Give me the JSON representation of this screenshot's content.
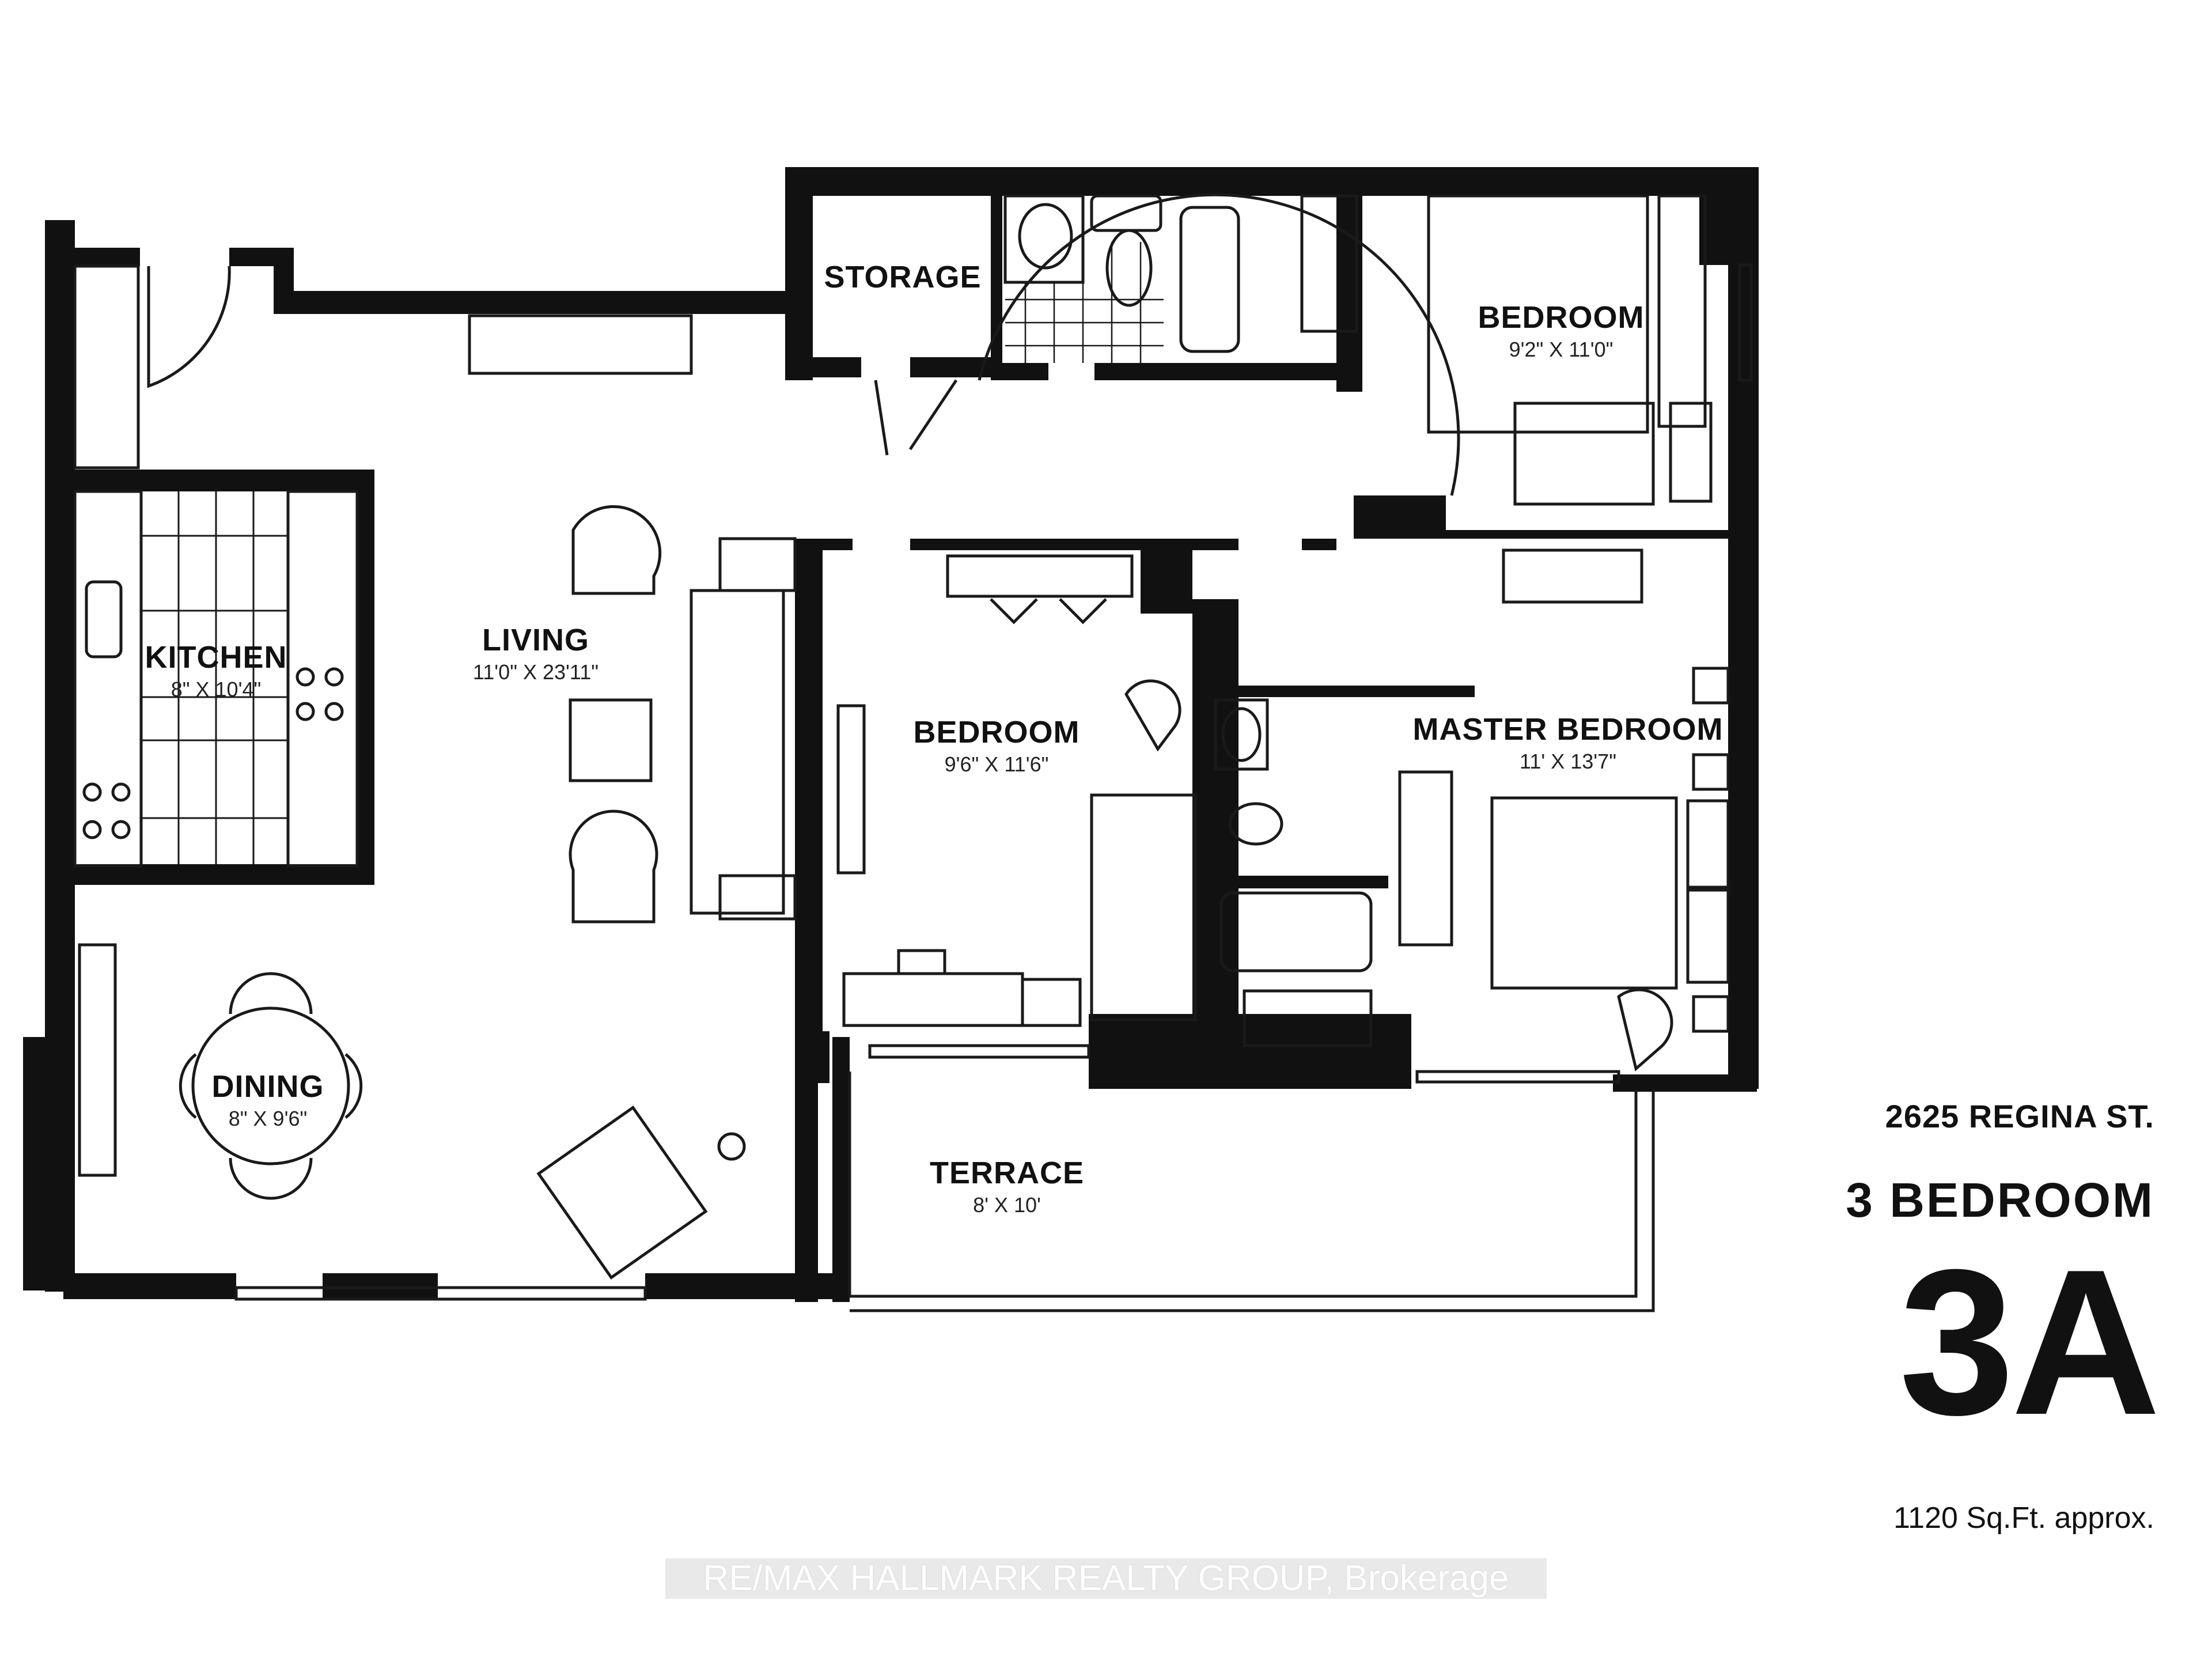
{
  "plan": {
    "title_block": {
      "address": "2625 REGINA ST.",
      "unit_type": "3 BEDROOM",
      "unit_code": "3A",
      "area": "1120 Sq.Ft. approx."
    },
    "rooms": [
      {
        "id": "kitchen",
        "name": "KITCHEN",
        "dimensions": "8\" X 10'4\""
      },
      {
        "id": "living",
        "name": "LIVING",
        "dimensions": "11'0\" X 23'11\""
      },
      {
        "id": "dining",
        "name": "DINING",
        "dimensions": "8\" X 9'6\""
      },
      {
        "id": "storage",
        "name": "STORAGE",
        "dimensions": ""
      },
      {
        "id": "bedroom-2",
        "name": "BEDROOM",
        "dimensions": "9'2\" X 11'0\""
      },
      {
        "id": "bedroom-3",
        "name": "BEDROOM",
        "dimensions": "9'6\" X 11'6\""
      },
      {
        "id": "master-bedroom",
        "name": "MASTER BEDROOM",
        "dimensions": "11' X 13'7\""
      },
      {
        "id": "terrace",
        "name": "TERRACE",
        "dimensions": "8' X 10'"
      }
    ],
    "watermark": "RE/MAX HALLMARK REALTY GROUP, Brokerage",
    "colors": {
      "wall": "#111111",
      "background": "#ffffff",
      "line": "#1a1a1a"
    }
  }
}
